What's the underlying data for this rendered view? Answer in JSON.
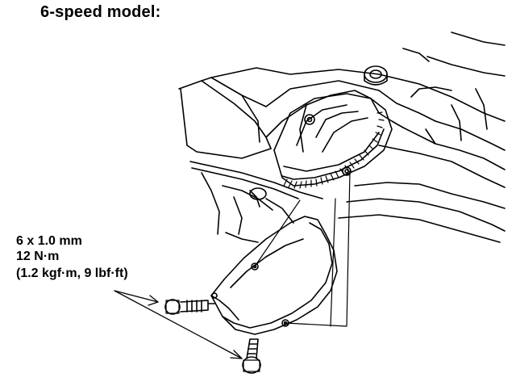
{
  "title": "6-speed model:",
  "spec": {
    "bolt_size": "6 x 1.0 mm",
    "torque_nm": "12 N·m",
    "torque_alt": "(1.2 kgf·m, 9 lbf·ft)"
  }
}
